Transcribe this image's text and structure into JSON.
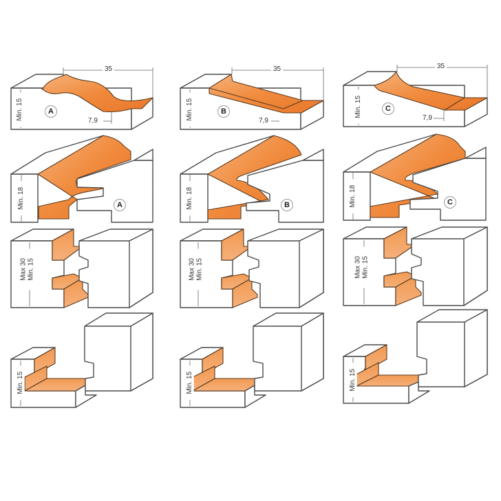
{
  "diagram": {
    "type": "router-bit-profile-sheet",
    "colors": {
      "background": "#ffffff",
      "outline": "#4a4a4a",
      "cut_profile": "#f08a3c",
      "cut_profile_light": "#f7b27a",
      "dimension_line": "#666666"
    },
    "columns": [
      {
        "profile_id": "A",
        "panel": {
          "width_dim": "35",
          "depth_dim": "7,9",
          "min_thickness": "Min. 15"
        },
        "rail_stile_profile": {
          "min_thickness": "Min. 18",
          "badge": "A"
        },
        "tongue_groove": {
          "max_thickness": "Max 30",
          "min_thickness": "Min. 15"
        },
        "rabbet": {
          "min_thickness": "Min. 15"
        }
      },
      {
        "profile_id": "B",
        "panel": {
          "width_dim": "35",
          "depth_dim": "7,9",
          "min_thickness": "Min. 15"
        },
        "rail_stile_profile": {
          "min_thickness": "Min. 18",
          "badge": "B"
        },
        "tongue_groove": {
          "max_thickness": "Max 30",
          "min_thickness": "Min. 15"
        },
        "rabbet": {
          "min_thickness": "Min. 15"
        }
      },
      {
        "profile_id": "C",
        "panel": {
          "width_dim": "35",
          "depth_dim": "7,9",
          "min_thickness": "Min. 15"
        },
        "rail_stile_profile": {
          "min_thickness": "Min. 18",
          "badge": "C"
        },
        "tongue_groove": {
          "max_thickness": "Max 30",
          "min_thickness": "Min. 15"
        },
        "rabbet": {
          "min_thickness": "Min. 15"
        }
      }
    ]
  }
}
